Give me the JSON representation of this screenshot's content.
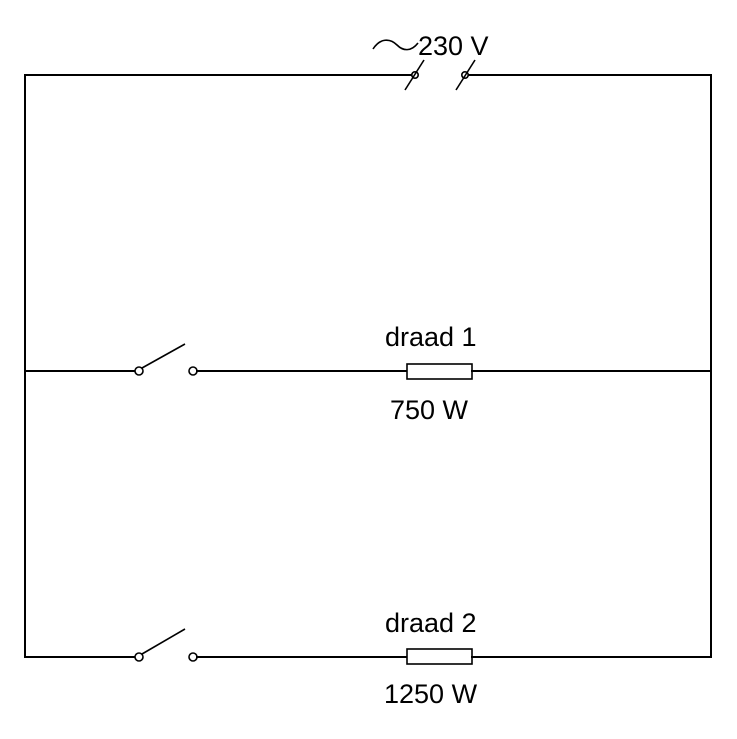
{
  "source": {
    "symbol": "ac-tilde-icon",
    "voltage_label": "230 V"
  },
  "branches": [
    {
      "name_label": "draad 1",
      "power_label": "750 W"
    },
    {
      "name_label": "draad 2",
      "power_label": "1250 W"
    }
  ],
  "colors": {
    "line": "#000000",
    "background": "#ffffff"
  }
}
